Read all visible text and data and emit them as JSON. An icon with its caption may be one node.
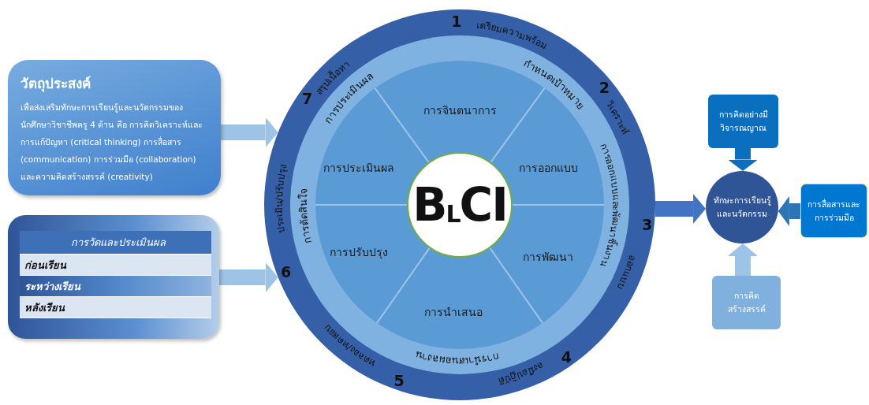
{
  "diagram": {
    "nodes": [
      {
        "text": [
          "วัตถุประสงค์",
          "เพื่อส่งเสริมทักษะการเรียนรู้และนวัตกรรมของนักศึกษาวิชาชีพครู 4 ด้าน คือ การคิดวิเคราะห์และการแก้ปัญหา (critical thinking) การสื่อสาร (communication) การร่วมมือ (collaboration) และความคิดสร้างสรรค์ (creativity)"
        ]
      },
      {
        "text": [
          "การวัดและประเมินผล",
          "ก่อนเรียน",
          "ระหว่างเรียน",
          "หลังเรียน"
        ]
      },
      {
        "text": [],
        "shape": "circle"
      },
      {
        "text": [
          "B$_{L}$CI"
        ],
        "in": 2
      },
      {
        "text": [
          "การจินตนาการ"
        ],
        "in": 2
      },
      {
        "text": [
          "การออกแบบ"
        ],
        "in": 2
      },
      {
        "text": [
          "การพัฒนา"
        ],
        "in": 2
      },
      {
        "text": [
          "การนำเสนอ"
        ],
        "in": 2
      },
      {
        "text": [
          "การปรับปรุง"
        ],
        "in": 2
      },
      {
        "text": [
          "การประเมินผล"
        ],
        "in": 2
      },
      {
        "text": [
          "การคิดอย่างมีวิจารณญาณ"
        ]
      },
      {
        "text": [
          "ทักษะการเรียนรู้และนวัตกรรม"
        ]
      },
      {
        "text": [
          "การสื่อสารและการร่วมมือ"
        ]
      },
      {
        "text": [
          "การคิดสร้างสรรค์"
        ]
      }
    ],
    "edges": [
      {
        "from": 0,
        "to": 2,
        "arrow": "to",
        "color": "#9dc3e6"
      },
      {
        "from": 1,
        "to": 2,
        "arrow": "to",
        "color": "#9dc3e6"
      },
      {
        "from": 2,
        "to": 11,
        "arrow": "to",
        "color": "#4472c4"
      },
      {
        "from": 10,
        "to": 11,
        "arrow": "to",
        "color": "#0b6fc0"
      },
      {
        "from": 12,
        "to": 11,
        "arrow": "to",
        "color": "#2e75b6"
      },
      {
        "from": 13,
        "to": 11,
        "arrow": "to",
        "color": "#9dc3e6"
      }
    ],
    "labels": [
      "1",
      "เตรียมความพร้อม",
      "กำหนดเป้าหมาย",
      "2",
      "วิเคราะห์",
      "การออกแบบและพัฒนาชิ้นงาน",
      "3",
      "ออกแบบ",
      "4",
      "ลงมือปฏิบัติ",
      "การนำเสนอผลงาน",
      "5",
      "ทดลอง/ทดสอบ",
      "6",
      "ประเมิน/ปรับปรุง",
      "การตัดสินใจ",
      "7",
      "สรุปเนื้อหา",
      "การประเมินผล"
    ]
  }
}
